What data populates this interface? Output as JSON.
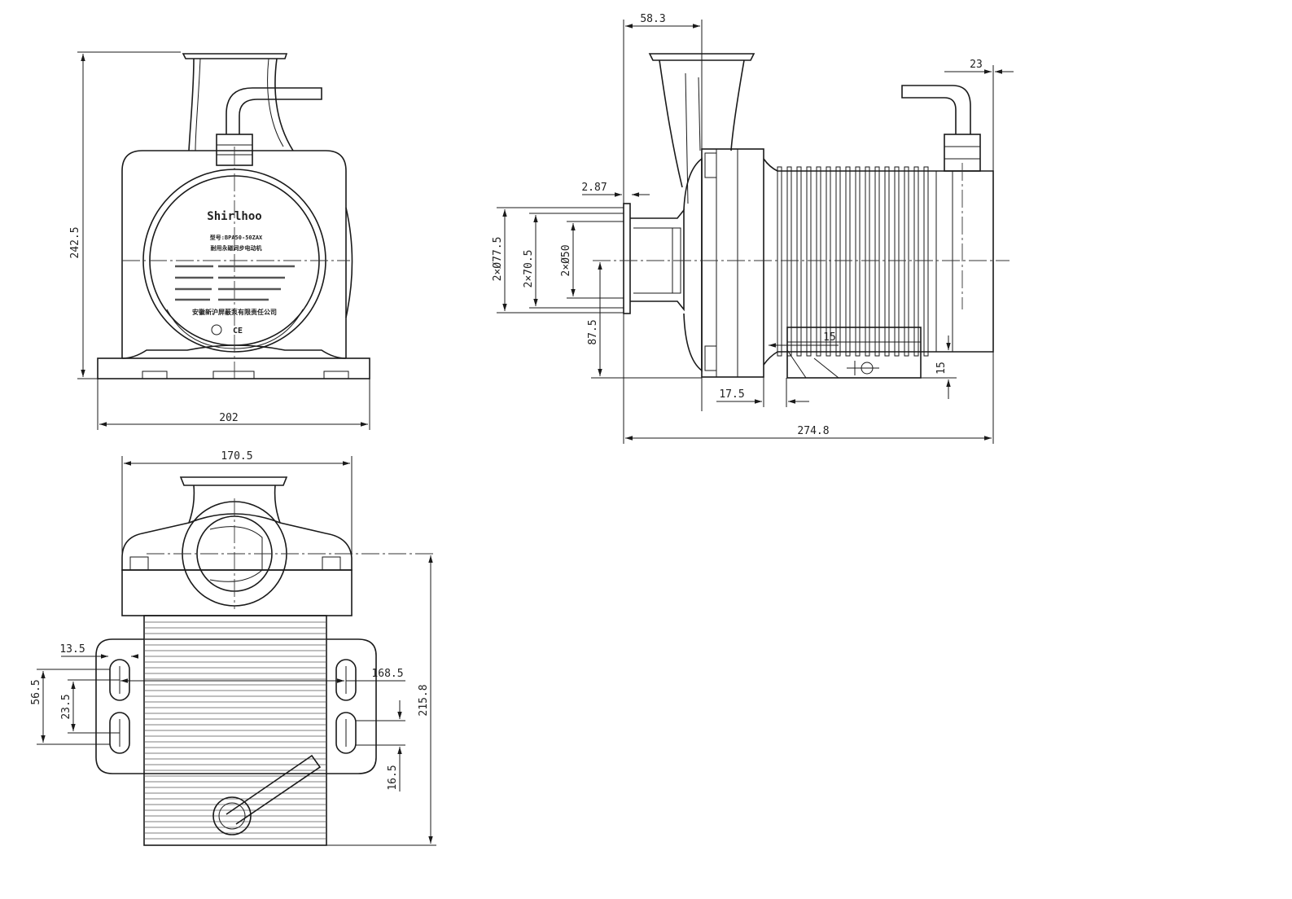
{
  "nameplate": {
    "brand": "Shirlhoo",
    "model": "型号:BPA50-50ZAX",
    "line1": "耐用永磁同步电动机",
    "company": "安徽新沪屏蔽泵有限责任公司",
    "marks": "CE"
  },
  "dimensions": {
    "front_height": "242.5",
    "front_width": "202",
    "side_flange_offset": "58.3",
    "side_cable_offset": "23",
    "side_flange_thickness": "2.87",
    "side_dia_outer": "2×Ø77.5",
    "side_dia_mid": "2×70.5",
    "side_dia_inner": "2×Ø50",
    "side_axis_height": "87.5",
    "side_foot_width": "15",
    "side_foot_height": "15",
    "side_foot_offset": "17.5",
    "side_total_length": "274.8",
    "top_width": "170.5",
    "top_slot_offset": "13.5",
    "top_slot_span": "56.5",
    "top_slot_pitch": "23.5",
    "top_hole_spacing": "168.5",
    "top_slot_length": "16.5",
    "top_total_length": "215.8"
  }
}
